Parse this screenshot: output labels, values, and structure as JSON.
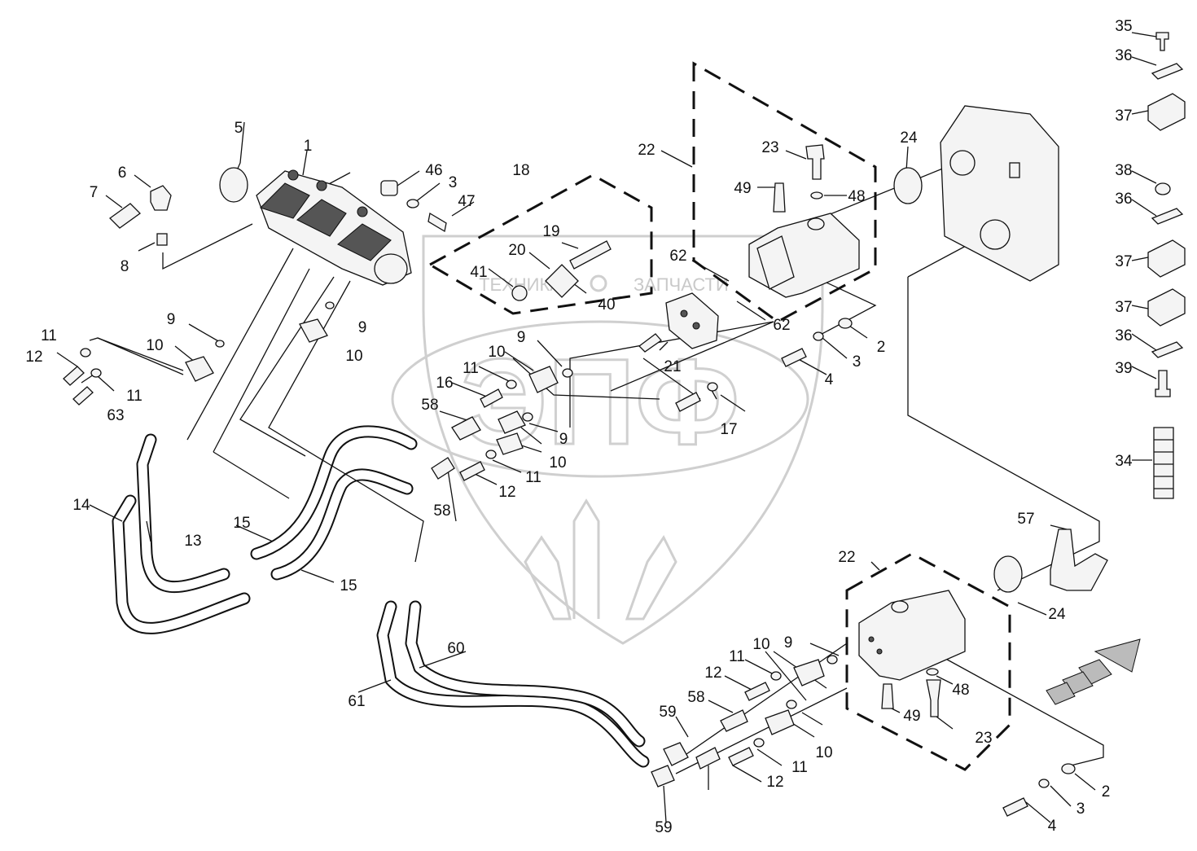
{
  "watermark": {
    "company_text_left": "ТЕХНИКА",
    "company_text_right": "ЗАПЧАСТИ",
    "logo_letters": "ЭПФ"
  },
  "callouts": [
    "1",
    "2",
    "2",
    "3",
    "3",
    "3",
    "4",
    "4",
    "5",
    "6",
    "7",
    "8",
    "9",
    "9",
    "9",
    "9",
    "9",
    "10",
    "10",
    "10",
    "10",
    "10",
    "10",
    "11",
    "11",
    "11",
    "11",
    "11",
    "11",
    "12",
    "12",
    "12",
    "12",
    "13",
    "14",
    "15",
    "15",
    "16",
    "17",
    "18",
    "19",
    "20",
    "21",
    "22",
    "22",
    "23",
    "23",
    "24",
    "24",
    "34",
    "35",
    "36",
    "36",
    "36",
    "37",
    "37",
    "37",
    "38",
    "39",
    "40",
    "41",
    "46",
    "47",
    "48",
    "48",
    "49",
    "49",
    "57",
    "58",
    "58",
    "58",
    "59",
    "59",
    "60",
    "61",
    "62",
    "62",
    "63"
  ],
  "colors": {
    "line": "#111111",
    "watermark": "#cfcfcf",
    "background": "#ffffff"
  }
}
